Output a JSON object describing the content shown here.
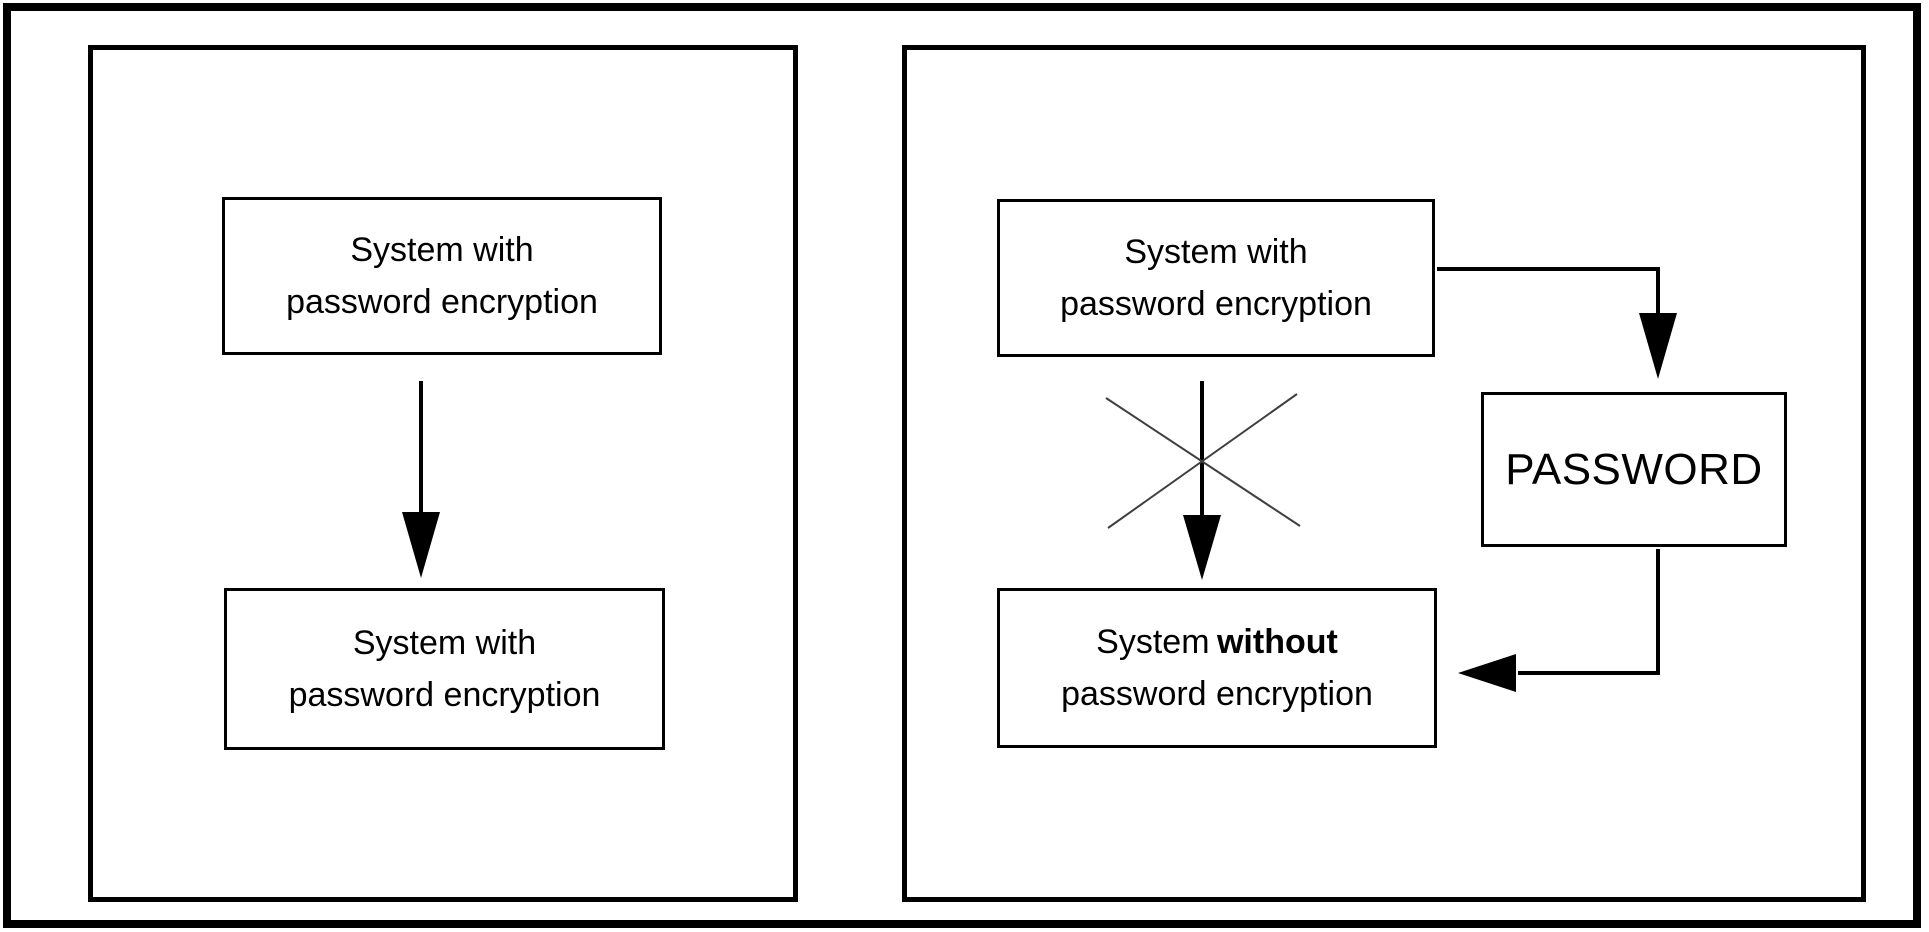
{
  "figure": {
    "left_panel": {
      "top_box": {
        "line1": "System with",
        "line2": "password encryption"
      },
      "bottom_box": {
        "line1": "System with",
        "line2": "password encryption"
      }
    },
    "right_panel": {
      "top_box": {
        "line1": "System with",
        "line2": "password encryption"
      },
      "password_box": {
        "label": "PASSWORD"
      },
      "bottom_box": {
        "line1_normal": "System",
        "line1_bold": "without",
        "line2": "password encryption"
      }
    },
    "colors": {
      "line": "#000000",
      "cross_line": "#3f3f3f",
      "text": "#000000",
      "background": "#ffffff"
    }
  }
}
